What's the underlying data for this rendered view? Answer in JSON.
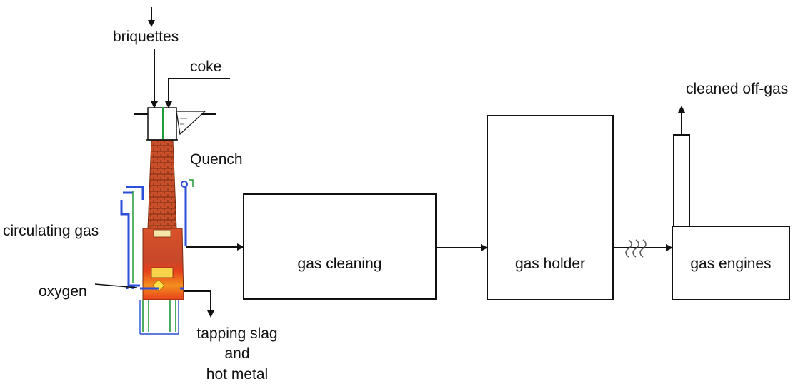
{
  "labels": {
    "briquettes": "briquettes",
    "coke": "coke",
    "quench": "Quench",
    "circulating_gas": "circulating gas",
    "oxygen": "oxygen",
    "tapping_line1": "tapping slag",
    "tapping_line2": "and",
    "tapping_line3": "hot metal",
    "cleaned_off_gas": "cleaned off-gas"
  },
  "boxes": {
    "gas_cleaning": "gas cleaning",
    "gas_holder": "gas holder",
    "gas_engines": "gas engines"
  },
  "colors": {
    "line": "#111111",
    "pipe_blue": "#2b4fd8",
    "pipe_green": "#1f9a3a",
    "furnace_hot": "#e8401c",
    "furnace_warm": "#f3901e",
    "brick": "#b5401f"
  }
}
